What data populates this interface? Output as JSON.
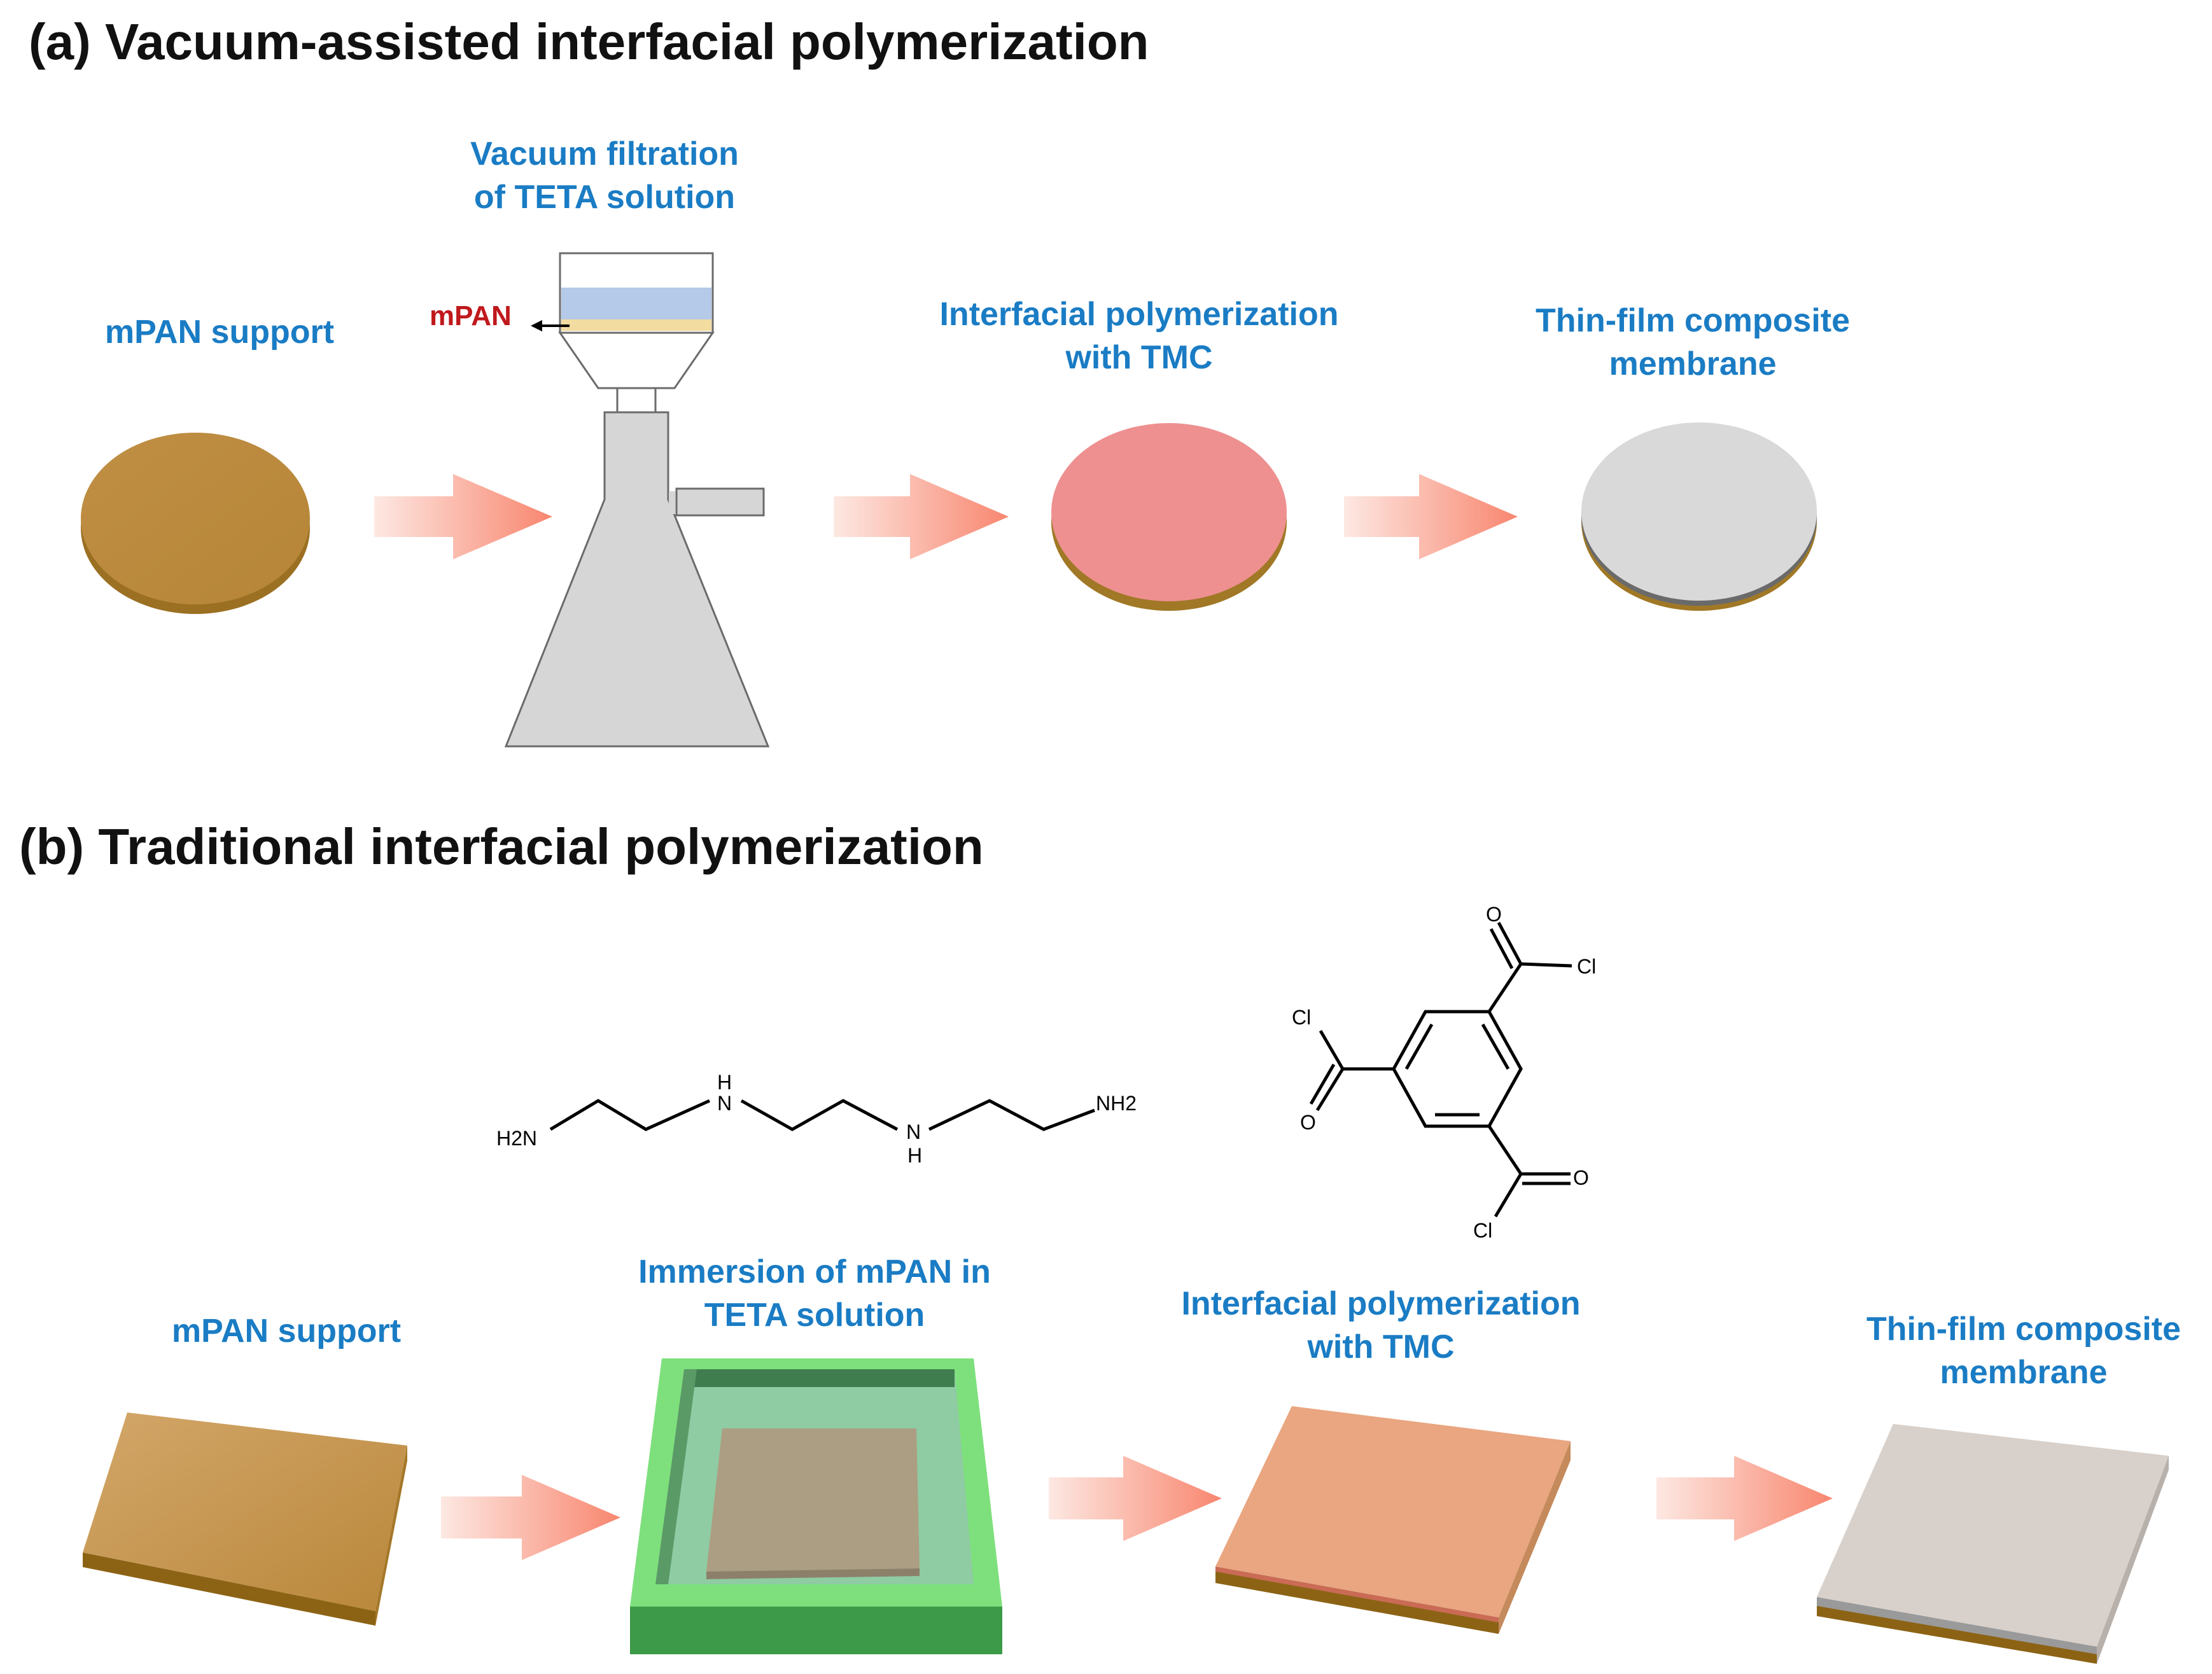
{
  "panel_a": {
    "title": "(a) Vacuum-assisted interfacial polymerization",
    "steps": [
      {
        "lines": [
          "mPAN support"
        ]
      },
      {
        "lines": [
          "Vacuum filtration",
          "of TETA solution"
        ]
      },
      {
        "lines": [
          "Interfacial polymerization",
          "with TMC"
        ]
      },
      {
        "lines": [
          "Thin-film composite",
          "membrane"
        ]
      }
    ],
    "filter_tag": "mPAN"
  },
  "panel_b": {
    "title": "(b) Traditional interfacial polymerization",
    "steps": [
      {
        "lines": [
          "mPAN support"
        ]
      },
      {
        "lines": [
          "Immersion of mPAN in",
          "TETA solution"
        ]
      },
      {
        "lines": [
          "Interfacial polymerization",
          "with TMC"
        ]
      },
      {
        "lines": [
          "Thin-film composite",
          "membrane"
        ]
      }
    ]
  },
  "chemistry": {
    "teta": {
      "h2n": "H2N",
      "nh_upper": "H",
      "n_upper": "N",
      "n_lower": "N",
      "nh_lower": "H",
      "nh2": "NH2"
    },
    "tmc": {
      "cl_top": "Cl",
      "o_top": "O",
      "cl_left": "Cl",
      "o_left": "O",
      "cl_bottom": "Cl",
      "o_bottom": "O"
    }
  },
  "colors": {
    "label_blue": "#1a7cc4",
    "mpan_red": "#c0191c",
    "support_brown": "#b98a3e",
    "polyamide_pink": "#ee8e8a",
    "membrane_grey": "#d9d9d9",
    "arrow_salmon": "#f8866f",
    "tray_green": "#7ed67d",
    "flask_grey": "#d6d6d6"
  }
}
